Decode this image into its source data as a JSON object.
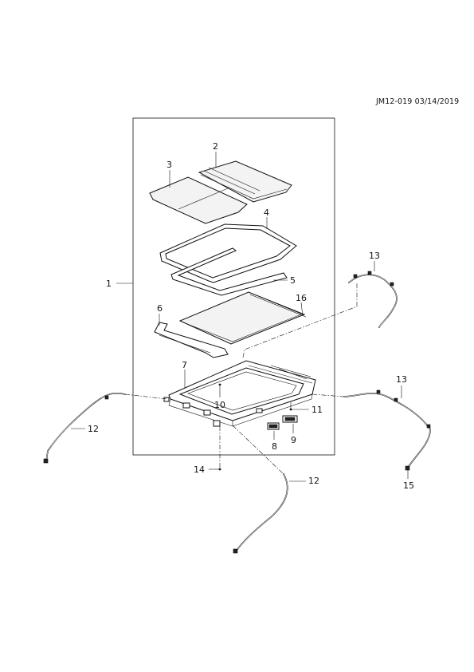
{
  "header": {
    "reference": "JM12-019 03/14/2019"
  },
  "callouts": {
    "c1": "1",
    "c2": "2",
    "c3": "3",
    "c4": "4",
    "c5": "5",
    "c6": "6",
    "c7": "7",
    "c8": "8",
    "c9": "9",
    "c10": "10",
    "c11": "11",
    "c12a": "12",
    "c12b": "12",
    "c13a": "13",
    "c13b": "13",
    "c14": "14",
    "c15": "15",
    "c16": "16"
  }
}
